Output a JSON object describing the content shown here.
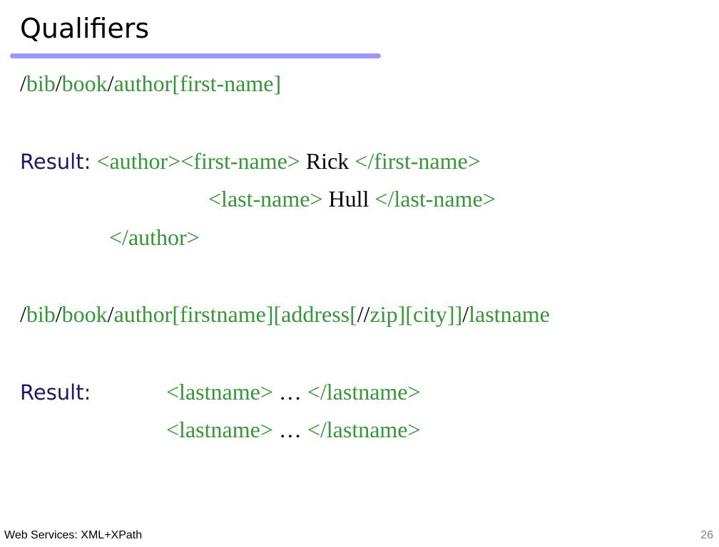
{
  "colors": {
    "accent_rule": "#9999ff",
    "path_green": "#339933",
    "text_black": "#000000",
    "label_navy": "#1a1a66"
  },
  "slide": {
    "title": "Qualifiers"
  },
  "xpath1": {
    "slash1": "/",
    "bib": "bib",
    "slash2": "/",
    "book": "book",
    "slash3": "/",
    "rest": "author[first-name]"
  },
  "result1": {
    "label": "Result:",
    "open_author": "<author>",
    "open_first": "<first-name>",
    "first_value": " Rick ",
    "close_first": "</first-name>",
    "open_last": "<last-name>",
    "last_value": " Hull ",
    "close_last": "</last-name>",
    "close_author": "</author>"
  },
  "xpath2": {
    "slash1": "/",
    "bib": "bib",
    "slash2": "/",
    "book": "book",
    "slash3": "/",
    "middle1": "author[firstname][address[",
    "double_slash": "//",
    "middle2": "zip][city]]",
    "slash4": "/",
    "lastname": "lastname"
  },
  "result2": {
    "label": "Result:",
    "row1_open": "<lastname>",
    "row1_value": " … ",
    "row1_close": "</lastname>",
    "row2_open": "<lastname>",
    "row2_value": " … ",
    "row2_close": "</lastname>"
  },
  "footer": {
    "left": "Web Services: XML+XPath",
    "page_number": "26"
  }
}
